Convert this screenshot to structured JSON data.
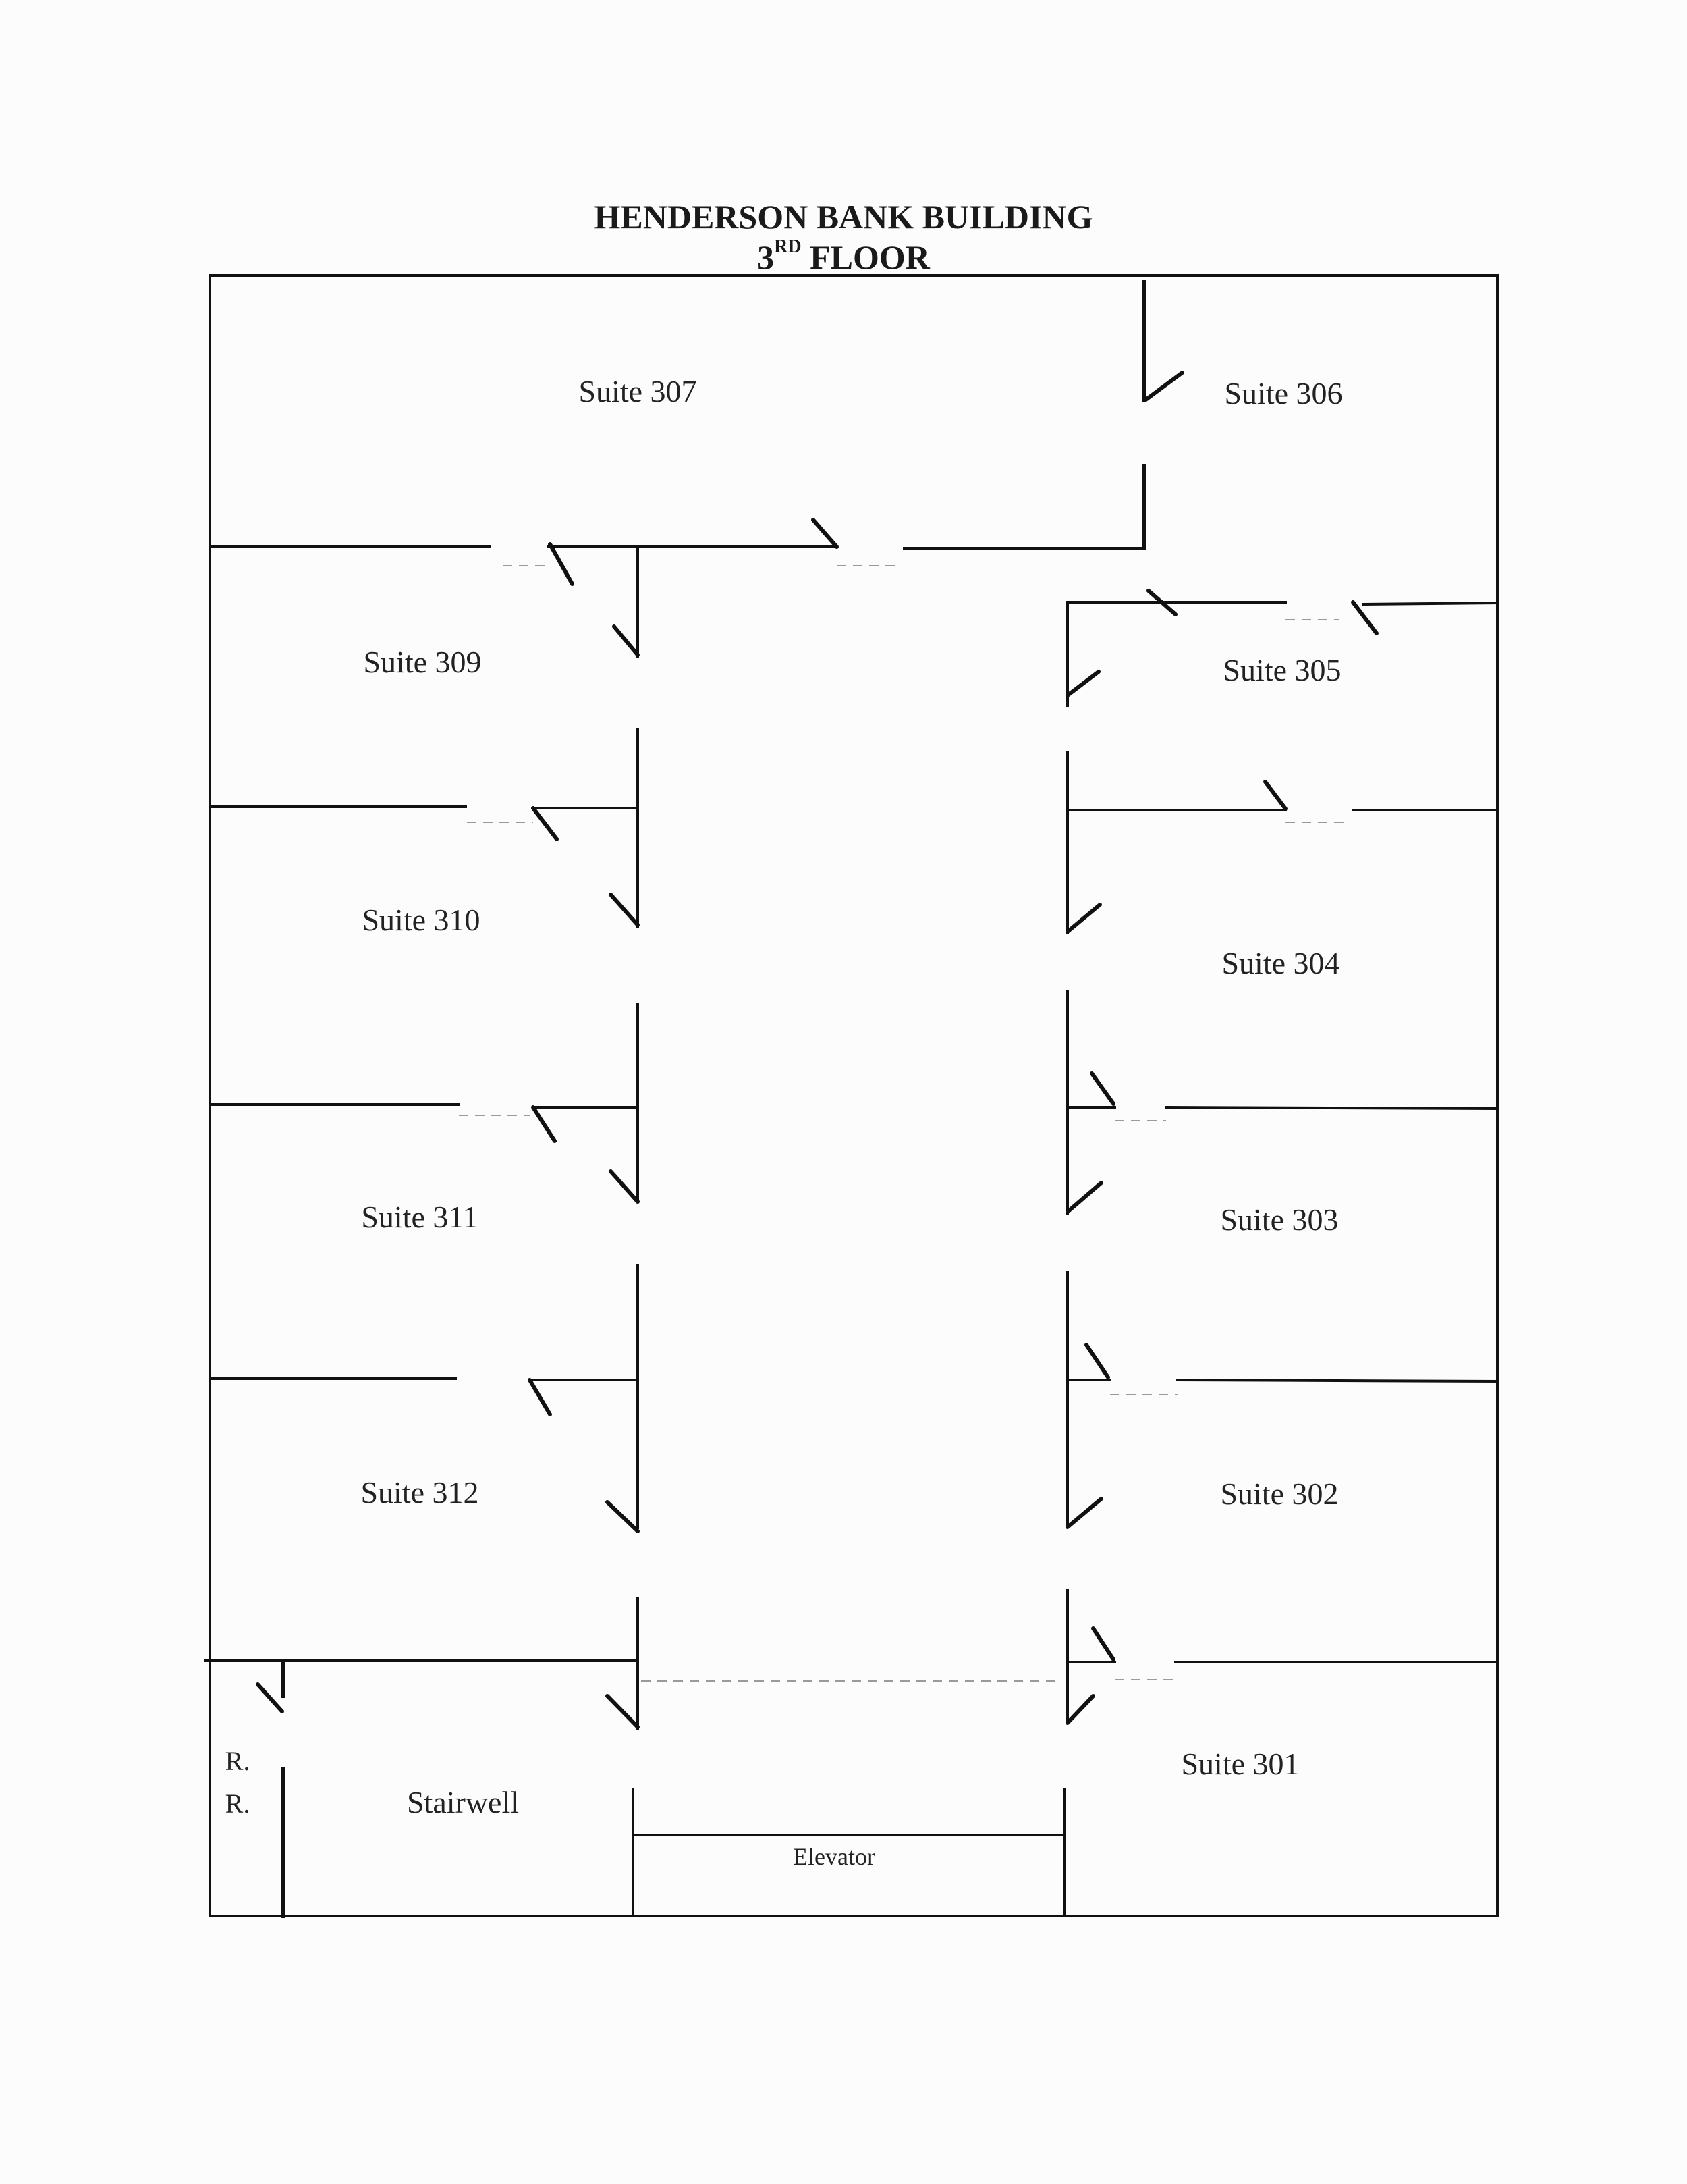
{
  "title": "HENDERSON BANK BUILDING",
  "subtitle_num": "3",
  "subtitle_sup": "RD",
  "subtitle_rest": "FLOOR",
  "rooms": {
    "s307": "Suite 307",
    "s306": "Suite 306",
    "s309": "Suite 309",
    "s305": "Suite 305",
    "s310": "Suite 310",
    "s304": "Suite 304",
    "s311": "Suite 311",
    "s303": "Suite 303",
    "s312": "Suite 312",
    "s302": "Suite 302",
    "s301": "Suite 301",
    "stair": "Stairwell",
    "elevator": "Elevator",
    "rr1": "R.",
    "rr2": "R."
  }
}
